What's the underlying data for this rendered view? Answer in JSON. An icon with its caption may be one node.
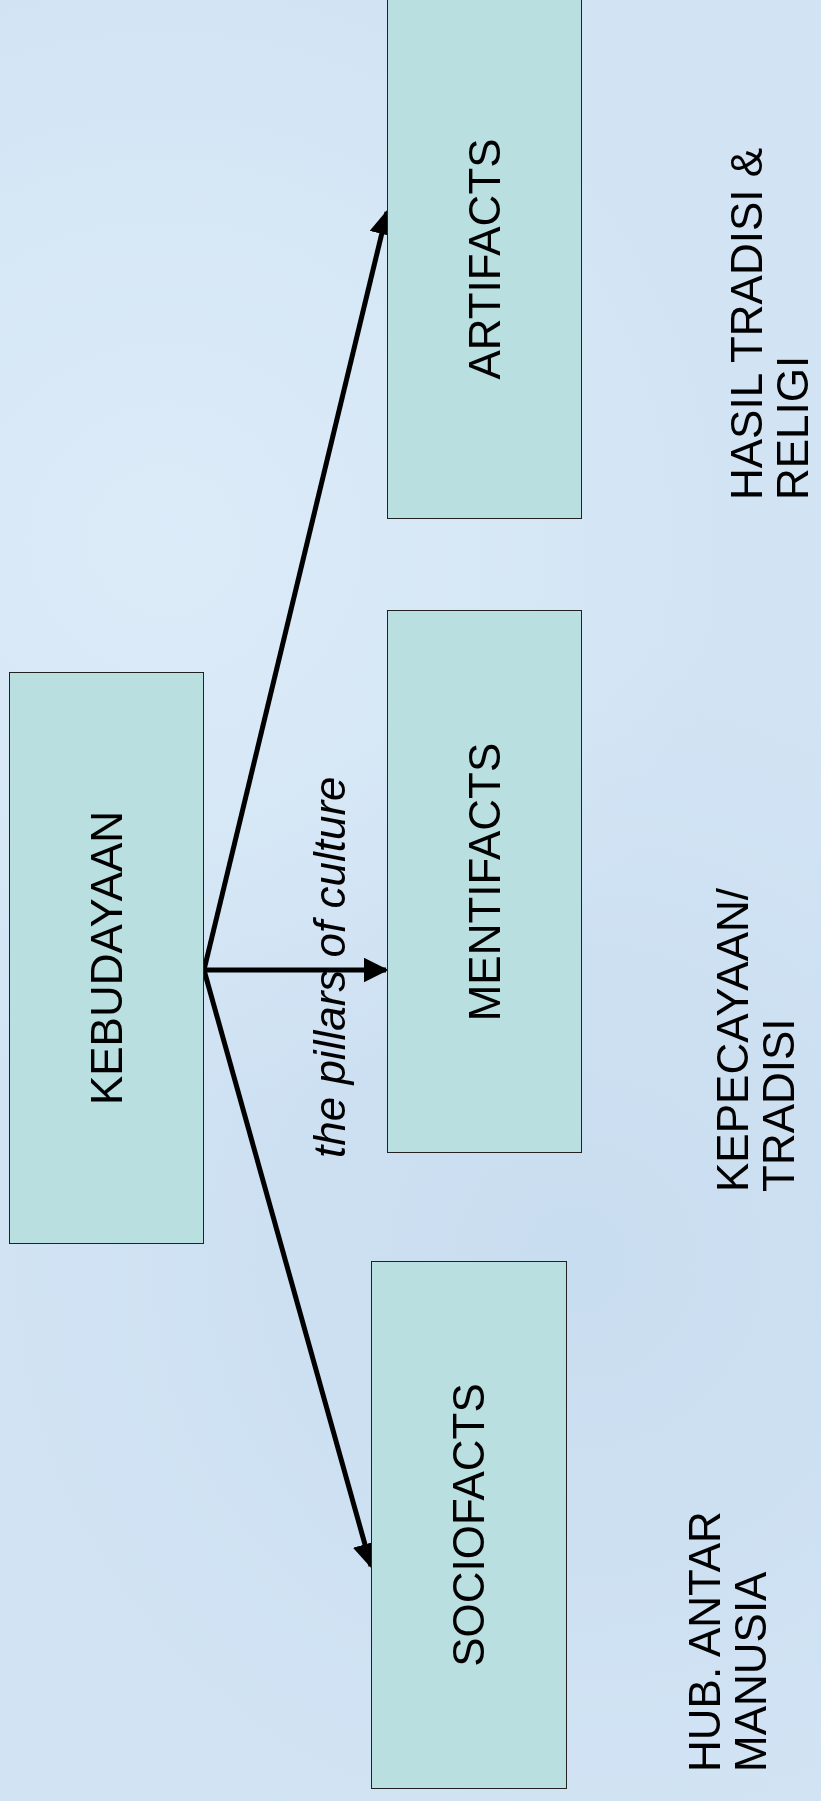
{
  "diagram": {
    "nodes": [
      {
        "text": [
          "KEBUDAYAAN"
        ]
      },
      {
        "text": [
          "ARTIFACTS"
        ]
      },
      {
        "text": [
          "MENTIFACTS"
        ]
      },
      {
        "text": [
          "SOCIOFACTS"
        ]
      }
    ],
    "edges": [
      {
        "from": 0,
        "to": 1,
        "arrow": "to"
      },
      {
        "from": 0,
        "to": 2,
        "arrow": "to"
      },
      {
        "from": 0,
        "to": 3,
        "arrow": "to"
      }
    ],
    "labels": [
      "the pillars of culture",
      "HASIL TRADISI & RELIGI",
      "KEPECAYAAN/ TRADISI",
      "HUB. ANTAR MANUSIA"
    ]
  }
}
